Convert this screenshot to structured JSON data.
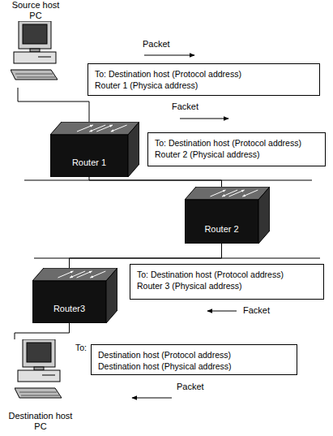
{
  "diagram": {
    "nodes": [
      {
        "text": [
          "Source host PC"
        ]
      },
      {
        "text": [
          "To: Destination host (Protocol address)",
          "Router 1 (Physica address)"
        ]
      },
      {
        "text": [
          "Router 1"
        ]
      },
      {
        "text": [
          "To: Destination host (Protocol address)",
          "Router 2 (Physical address)"
        ]
      },
      {
        "text": [
          "Router 2"
        ]
      },
      {
        "text": [
          "To: Destination host (Protocol address)",
          "Router 3 (Physical address)"
        ]
      },
      {
        "text": [
          "Router3"
        ]
      },
      {
        "text": [
          "To:",
          "Destination host (Protocol address)",
          "Destination host (Physical address)"
        ]
      },
      {
        "text": [
          "Destination host PC"
        ]
      }
    ],
    "edges": [
      {
        "from": 0,
        "to": 2,
        "arrow": "none"
      },
      {
        "from": 2,
        "to": 4,
        "arrow": "none"
      },
      {
        "from": 4,
        "to": 6,
        "arrow": "none"
      },
      {
        "from": 6,
        "to": 8,
        "arrow": "none"
      }
    ],
    "labels": [
      "Packet",
      "Facket",
      "Facket",
      "Packet"
    ]
  }
}
